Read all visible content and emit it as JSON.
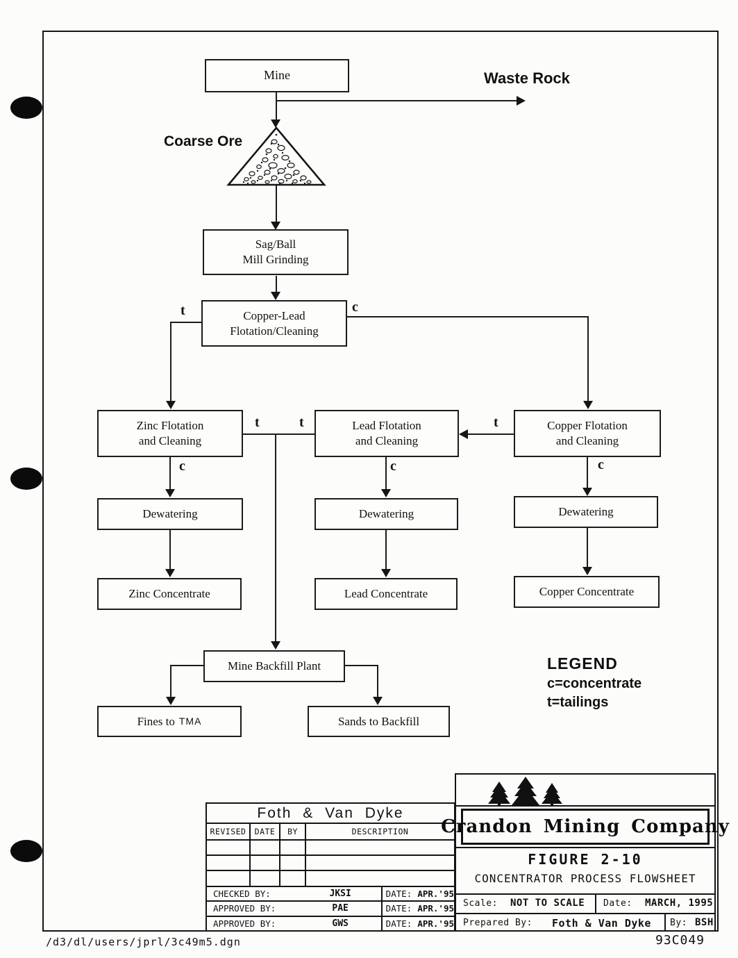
{
  "diagram": {
    "boxes": {
      "mine": {
        "label": "Mine"
      },
      "sag_ball": {
        "line1": "Sag/Ball",
        "line2": "Mill Grinding"
      },
      "copper_lead": {
        "line1": "Copper-Lead",
        "line2": "Flotation/Cleaning"
      },
      "zinc_flotation": {
        "line1": "Zinc Flotation",
        "line2": "and Cleaning"
      },
      "lead_flotation": {
        "line1": "Lead Flotation",
        "line2": "and Cleaning"
      },
      "copper_flotation": {
        "line1": "Copper Flotation",
        "line2": "and Cleaning"
      },
      "dewatering_zinc": {
        "label": "Dewatering"
      },
      "dewatering_lead": {
        "label": "Dewatering"
      },
      "dewatering_copper": {
        "label": "Dewatering"
      },
      "zinc_concentrate": {
        "label": "Zinc Concentrate"
      },
      "lead_concentrate": {
        "label": "Lead Concentrate"
      },
      "copper_concentrate": {
        "label": "Copper Concentrate"
      },
      "mine_backfill": {
        "label": "Mine Backfill Plant"
      },
      "fines": {
        "prefix": "Fines to",
        "suffix": "TMA"
      },
      "sands": {
        "label": "Sands to Backfill"
      }
    },
    "labels": {
      "waste_rock": "Waste Rock",
      "coarse_ore": "Coarse Ore",
      "t": "t",
      "c": "c"
    },
    "legend": {
      "title": "LEGEND",
      "concentrate": "c=concentrate",
      "tailings": "t=tailings"
    },
    "edges": [
      {
        "from": "Mine",
        "to": "Waste Rock",
        "label": ""
      },
      {
        "from": "Mine",
        "to": "Coarse Ore",
        "label": ""
      },
      {
        "from": "Coarse Ore",
        "to": "Sag/Ball Mill Grinding",
        "label": ""
      },
      {
        "from": "Sag/Ball Mill Grinding",
        "to": "Copper-Lead Flotation/Cleaning",
        "label": ""
      },
      {
        "from": "Copper-Lead Flotation/Cleaning",
        "to": "Zinc Flotation and Cleaning",
        "label": "t"
      },
      {
        "from": "Copper-Lead Flotation/Cleaning",
        "to": "Copper Flotation and Cleaning",
        "label": "c"
      },
      {
        "from": "Copper Flotation and Cleaning",
        "to": "Lead Flotation and Cleaning",
        "label": "t"
      },
      {
        "from": "Zinc Flotation and Cleaning",
        "to": "Mine Backfill Plant",
        "label": "t"
      },
      {
        "from": "Lead Flotation and Cleaning",
        "to": "Mine Backfill Plant",
        "label": "t"
      },
      {
        "from": "Zinc Flotation and Cleaning",
        "to": "Dewatering (zinc)",
        "label": "c"
      },
      {
        "from": "Lead Flotation and Cleaning",
        "to": "Dewatering (lead)",
        "label": "c"
      },
      {
        "from": "Copper Flotation and Cleaning",
        "to": "Dewatering (copper)",
        "label": "c"
      },
      {
        "from": "Dewatering (zinc)",
        "to": "Zinc Concentrate",
        "label": ""
      },
      {
        "from": "Dewatering (lead)",
        "to": "Lead Concentrate",
        "label": ""
      },
      {
        "from": "Dewatering (copper)",
        "to": "Copper Concentrate",
        "label": ""
      },
      {
        "from": "Mine Backfill Plant",
        "to": "Fines to TMA",
        "label": ""
      },
      {
        "from": "Mine Backfill Plant",
        "to": "Sands to Backfill",
        "label": ""
      }
    ]
  },
  "title_block": {
    "revision_table": {
      "company": "Foth & Van Dyke",
      "headers": [
        "REVISED",
        "DATE",
        "BY",
        "DESCRIPTION"
      ],
      "signatures": [
        {
          "label": "CHECKED BY:",
          "name": "JKSI",
          "date_label": "DATE:",
          "date": "APR.'95"
        },
        {
          "label": "APPROVED BY:",
          "name": "PAE",
          "date_label": "DATE:",
          "date": "APR.'95"
        },
        {
          "label": "APPROVED BY:",
          "name": "GWS",
          "date_label": "DATE:",
          "date": "APR.'95"
        }
      ]
    },
    "company_block": {
      "company": "Crandon Mining Company",
      "figure_number": "FIGURE 2-10",
      "figure_title": "CONCENTRATOR PROCESS FLOWSHEET",
      "scale_label": "Scale:",
      "scale_value": "NOT TO SCALE",
      "date_label": "Date:",
      "date_value": "MARCH, 1995",
      "prepared_label": "Prepared By:",
      "prepared_value": "Foth & Van Dyke",
      "by_label": "By:",
      "by_value": "BSH"
    }
  },
  "footer": {
    "file_path": "/d3/dl/users/jprl/3c49m5.dgn",
    "sheet_number": "93C049"
  }
}
